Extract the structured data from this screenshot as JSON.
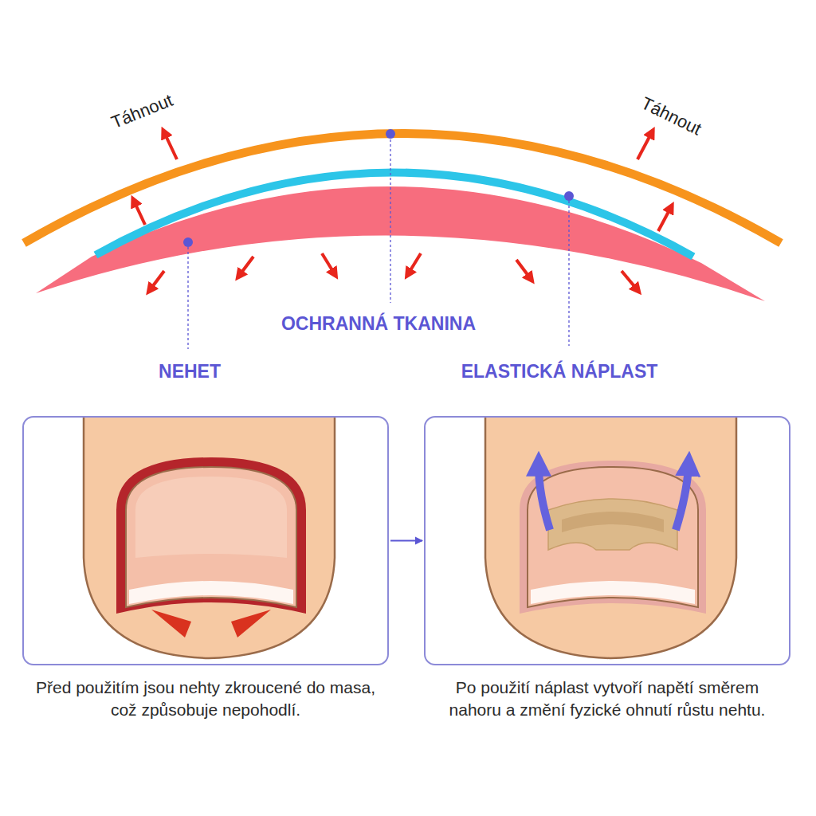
{
  "diagram": {
    "nodes": [
      {
        "text": [
          "Před použitím jsou nehty zkroucené do masa, což způsobuje nepohodlí."
        ]
      },
      {
        "text": [
          "Po použití náplast vytvoří napětí směrem nahoru a změní fyzické ohnutí růstu nehtu."
        ]
      }
    ],
    "edges": [
      {
        "from": 0,
        "to": 1,
        "arrow": "to"
      }
    ],
    "labels": [
      "Táhnout",
      "Táhnout",
      "OCHRANNÁ TKANINA",
      "NEHET",
      "ELASTICKÁ NÁPLAST"
    ]
  }
}
